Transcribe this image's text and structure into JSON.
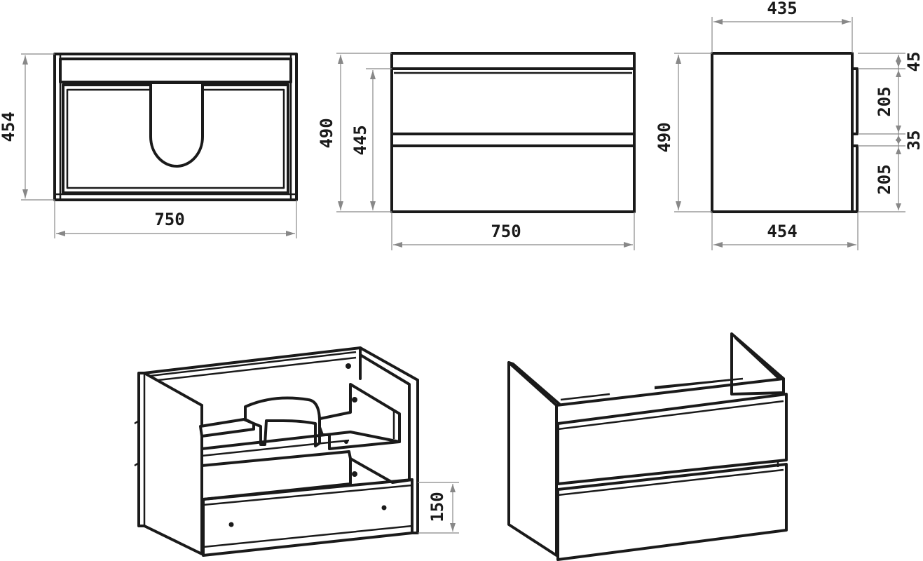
{
  "drawings": {
    "top_view": {
      "width_label": "750",
      "depth_label": "454"
    },
    "front_view": {
      "height_label": "490",
      "drawer_height_label": "445",
      "width_label": "750"
    },
    "side_view": {
      "depth_top_label": "435",
      "depth_bottom_label": "454",
      "height_label": "490",
      "gap_top_label": "45",
      "drawer1_label": "205",
      "gap_mid_label": "35",
      "drawer2_label": "205"
    },
    "open_iso_view": {
      "drawer_front_height_label": "150"
    }
  },
  "colors": {
    "line": "#1a1a1a",
    "dimension": "#888888"
  }
}
